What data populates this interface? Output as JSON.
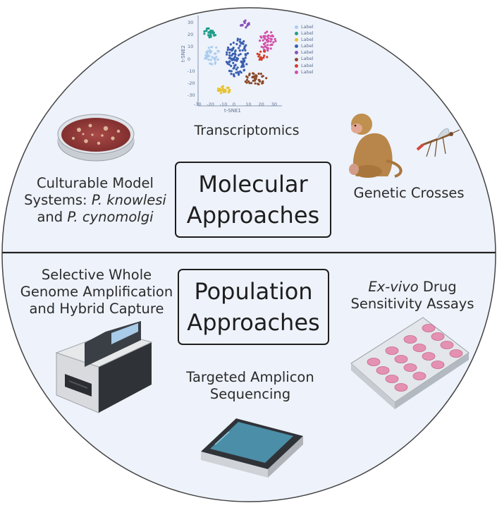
{
  "sections": {
    "molecular": {
      "line1": "Molecular",
      "line2": "Approaches"
    },
    "population": {
      "line1": "Population",
      "line2": "Approaches"
    }
  },
  "labels": {
    "transcriptomics": "Transcriptomics",
    "culturable": {
      "line1": "Culturable Model",
      "line2_prefix": "Systems: ",
      "line2_italic": "P. knowlesi",
      "line3_prefix": "and ",
      "line3_italic": "P. cynomolgi"
    },
    "genetic_crosses": "Genetic Crosses",
    "swga": {
      "line1": "Selective Whole",
      "line2": "Genome Amplification",
      "line3": "and Hybrid Capture"
    },
    "exvivo": {
      "line1_italic": "Ex-vivo",
      "line1_rest": " Drug",
      "line2": "Sensitivity Assays"
    },
    "amplicon": {
      "line1": "Targeted Amplicon",
      "line2": "Sequencing"
    }
  },
  "tsne": {
    "xlabel": "t-SNE1",
    "ylabel": "t-SNE2",
    "xticks": [
      "-30",
      "-20",
      "-10",
      "0",
      "10",
      "20",
      "30"
    ],
    "yticks": [
      "30",
      "20",
      "10",
      "0",
      "-10",
      "-20",
      "-30"
    ],
    "legend": [
      {
        "label": "Label",
        "color": "#a9cdf0"
      },
      {
        "label": "Label",
        "color": "#1f9e89"
      },
      {
        "label": "Label",
        "color": "#e6c22f"
      },
      {
        "label": "Label",
        "color": "#3a5fb0"
      },
      {
        "label": "Label",
        "color": "#8a52b8"
      },
      {
        "label": "Label",
        "color": "#8b4a2b"
      },
      {
        "label": "Label",
        "color": "#d0402f"
      },
      {
        "label": "Label",
        "color": "#d24fa8"
      }
    ]
  },
  "colors": {
    "circle_fill": "#eef2fa",
    "circle_stroke": "#444444",
    "divider": "#222222"
  }
}
